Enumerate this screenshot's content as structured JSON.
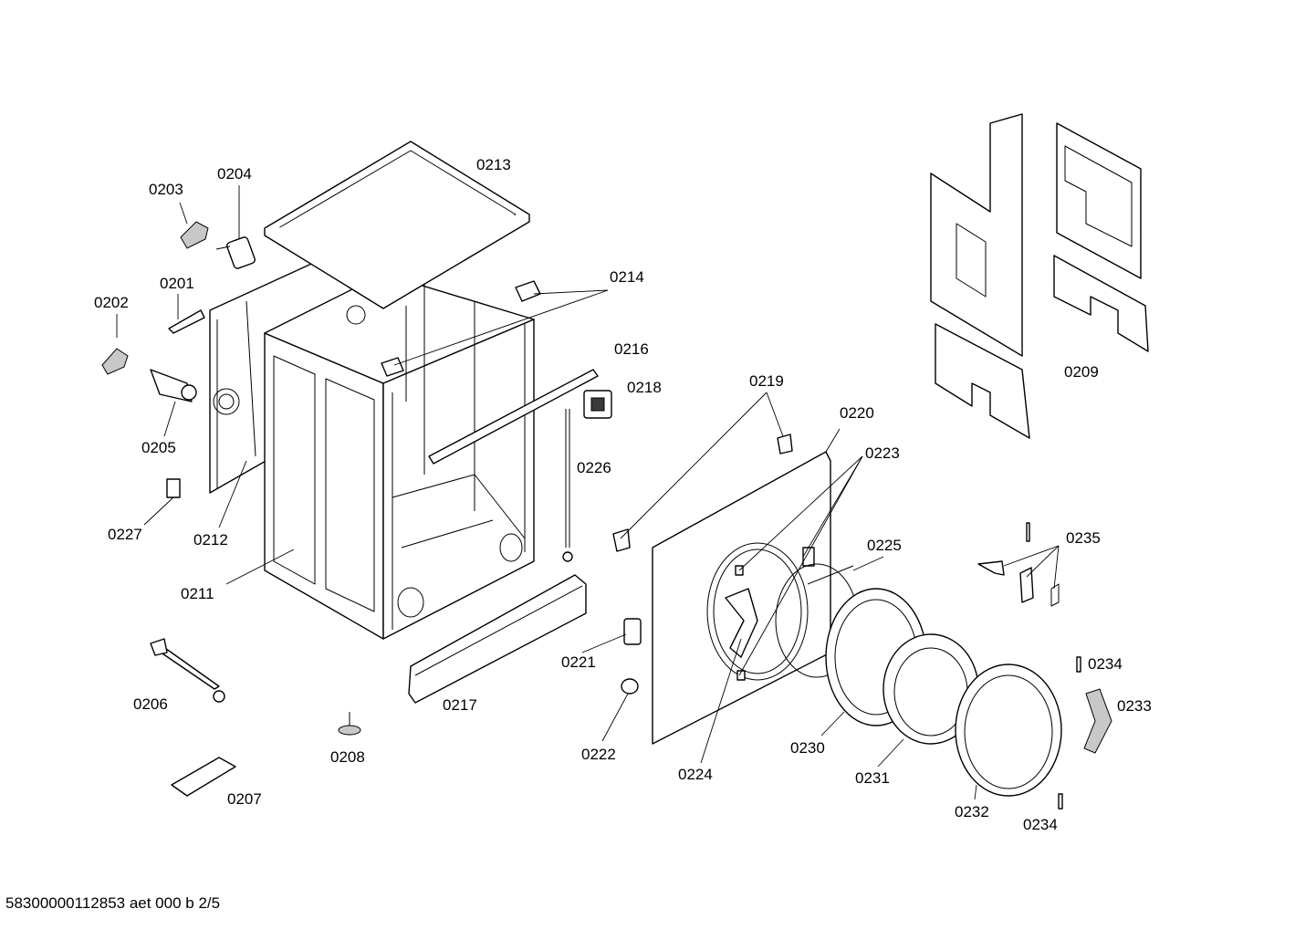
{
  "diagram": {
    "callouts": {
      "c0201": "0201",
      "c0202": "0202",
      "c0203": "0203",
      "c0204": "0204",
      "c0205": "0205",
      "c0206": "0206",
      "c0207": "0207",
      "c0208": "0208",
      "c0209": "0209",
      "c0211": "0211",
      "c0212": "0212",
      "c0213": "0213",
      "c0214": "0214",
      "c0216": "0216",
      "c0217": "0217",
      "c0218": "0218",
      "c0219": "0219",
      "c0220": "0220",
      "c0221": "0221",
      "c0222": "0222",
      "c0223": "0223",
      "c0224": "0224",
      "c0225": "0225",
      "c0226": "0226",
      "c0227": "0227",
      "c0230": "0230",
      "c0231": "0231",
      "c0232": "0232",
      "c0233": "0233",
      "c0234a": "0234",
      "c0234b": "0234",
      "c0235": "0235"
    }
  },
  "footer": {
    "doc_ref": "58300000112853 aet 000 b 2/5"
  }
}
